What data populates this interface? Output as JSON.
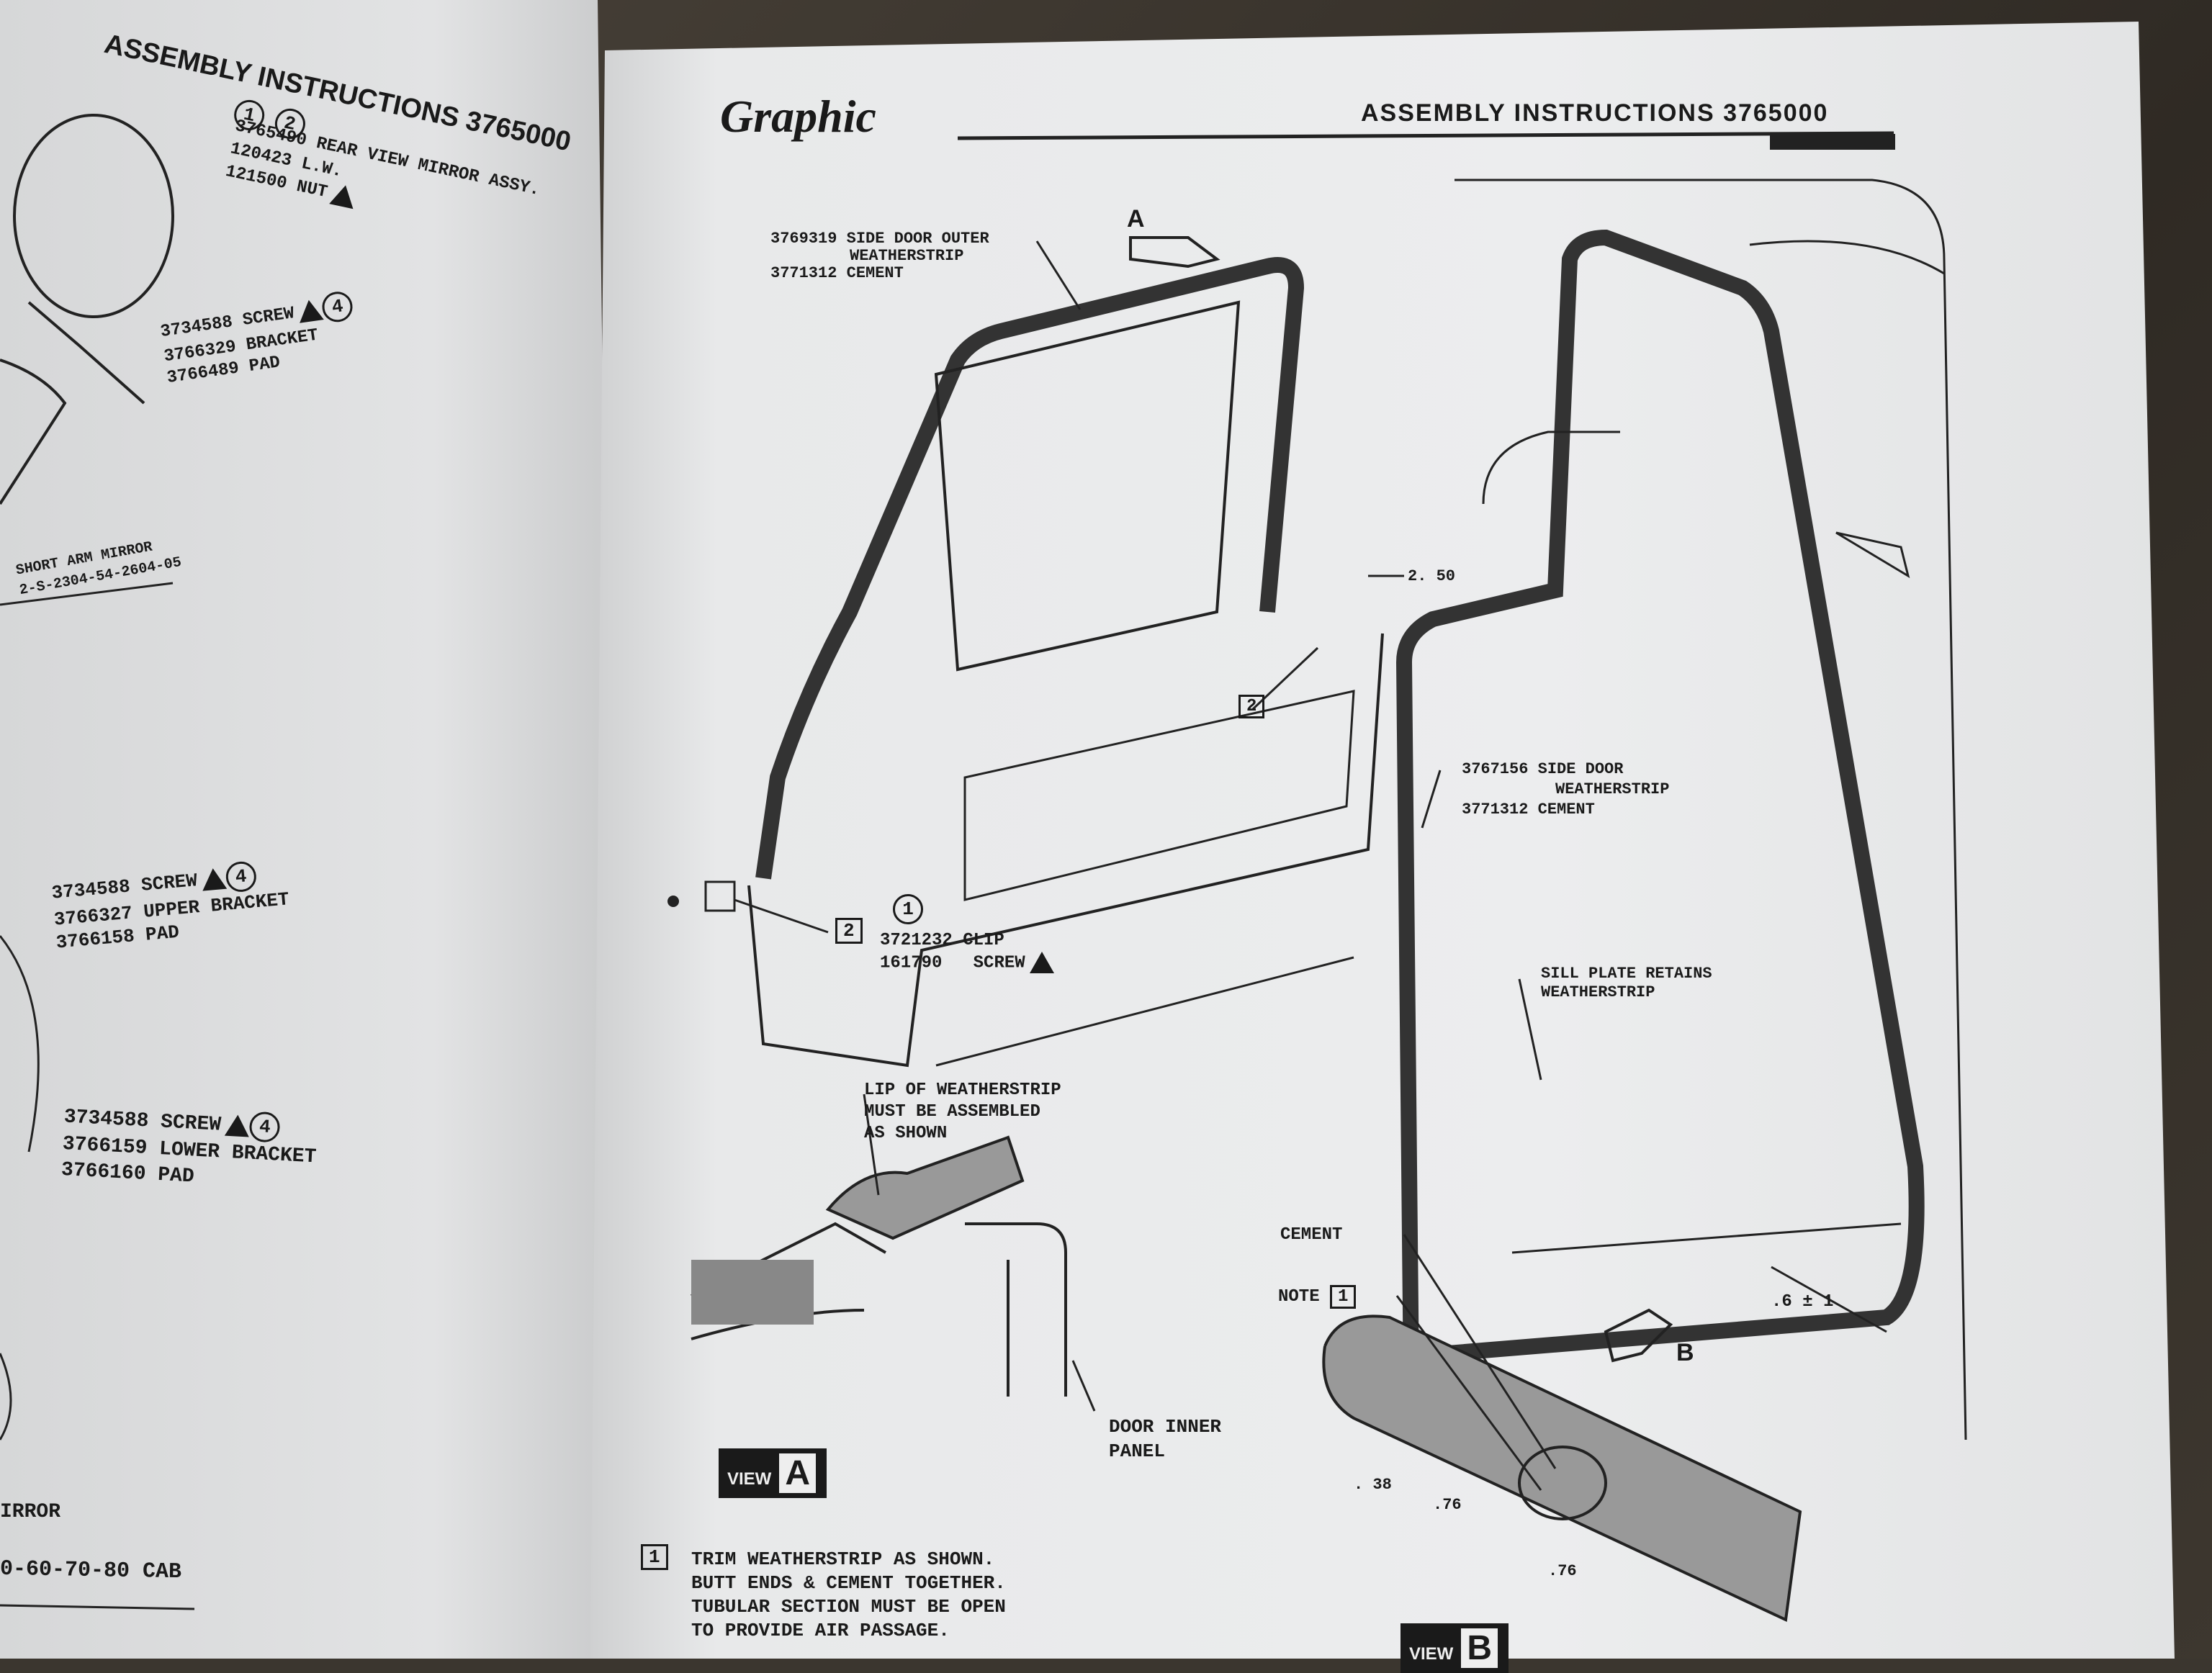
{
  "left_page": {
    "header": "ASSEMBLY INSTRUCTIONS 3765000",
    "mirror_parts": [
      "3765490 REAR VIEW MIRROR ASSY.",
      "120423 L.W.",
      "121500 NUT"
    ],
    "upper_screw_parts": [
      "3734588 SCREW",
      "3766329 BRACKET",
      "3766489 PAD"
    ],
    "short_arm": [
      "SHORT ARM MIRROR",
      "2-S-2304-54-2604-05"
    ],
    "upper_bracket_parts": [
      "3734588 SCREW",
      "3766327 UPPER BRACKET",
      "3766158 PAD"
    ],
    "lower_bracket_parts": [
      "3734588 SCREW",
      "3766159 LOWER BRACKET",
      "3766160 PAD"
    ],
    "footer_mirror": "IRROR",
    "footer_cab": "0-60-70-80 CAB",
    "circle_1": "1",
    "circle_2": "2",
    "circle_4": "4"
  },
  "right_page": {
    "logo": "Graphic",
    "header": "ASSEMBLY INSTRUCTIONS 3765000",
    "view_marker_a": "A",
    "view_marker_b": "B",
    "outer_weatherstrip": [
      "3769319 SIDE DOOR OUTER",
      "WEATHERSTRIP",
      "3771312 CEMENT"
    ],
    "dimension_top": "2. 50",
    "callout_2": "2",
    "clip_circle": "1",
    "clip_parts": [
      "3721232 CLIP",
      "161790",
      "SCREW"
    ],
    "side_door_weatherstrip": [
      "3767156 SIDE DOOR",
      "WEATHERSTRIP",
      "3771312 CEMENT"
    ],
    "sill_note": [
      "SILL PLATE RETAINS",
      "WEATHERSTRIP"
    ],
    "lip_note": [
      "LIP OF WEATHERSTRIP",
      "MUST BE ASSEMBLED",
      "AS SHOWN"
    ],
    "door_inner_panel": [
      "DOOR INNER",
      "PANEL"
    ],
    "cement_label": "CEMENT",
    "note_label": "NOTE",
    "note_number": "1",
    "dim_06": ".6 ± 1",
    "dim_38": ". 38",
    "dim_76a": ".76",
    "dim_76b": ".76",
    "view_label": "VIEW",
    "view_a_letter": "A",
    "view_b_letter": "B",
    "trim_note_number": "1",
    "trim_note": [
      "TRIM WEATHERSTRIP AS SHOWN.",
      "BUTT ENDS & CEMENT TOGETHER.",
      "TUBULAR SECTION MUST BE OPEN",
      "TO PROVIDE AIR PASSAGE."
    ]
  }
}
